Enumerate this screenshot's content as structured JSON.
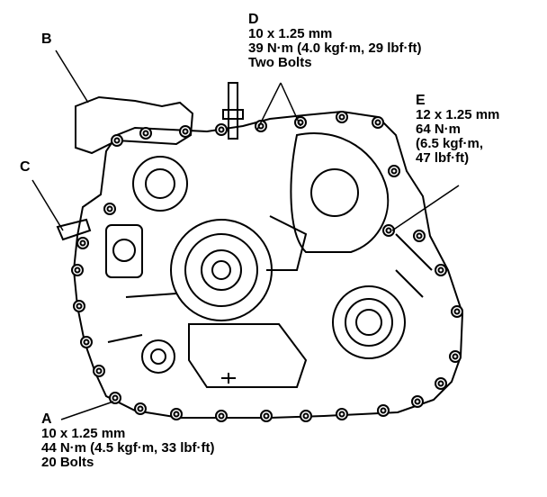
{
  "callouts": {
    "a": {
      "letter": "A",
      "lines": [
        "10 x 1.25 mm",
        "44 N·m (4.5 kgf·m, 33 lbf·ft)",
        "20 Bolts"
      ]
    },
    "b": {
      "letter": "B"
    },
    "c": {
      "letter": "C"
    },
    "d": {
      "letter": "D",
      "lines": [
        "10 x 1.25 mm",
        "39 N·m (4.0 kgf·m, 29 lbf·ft)",
        "Two Bolts"
      ]
    },
    "e": {
      "letter": "E",
      "lines": [
        "12 x 1.25 mm",
        "64 N·m",
        "(6.5 kgf·m,",
        "47 lbf·ft)"
      ]
    }
  },
  "colors": {
    "line": "#000000",
    "background": "#ffffff"
  }
}
